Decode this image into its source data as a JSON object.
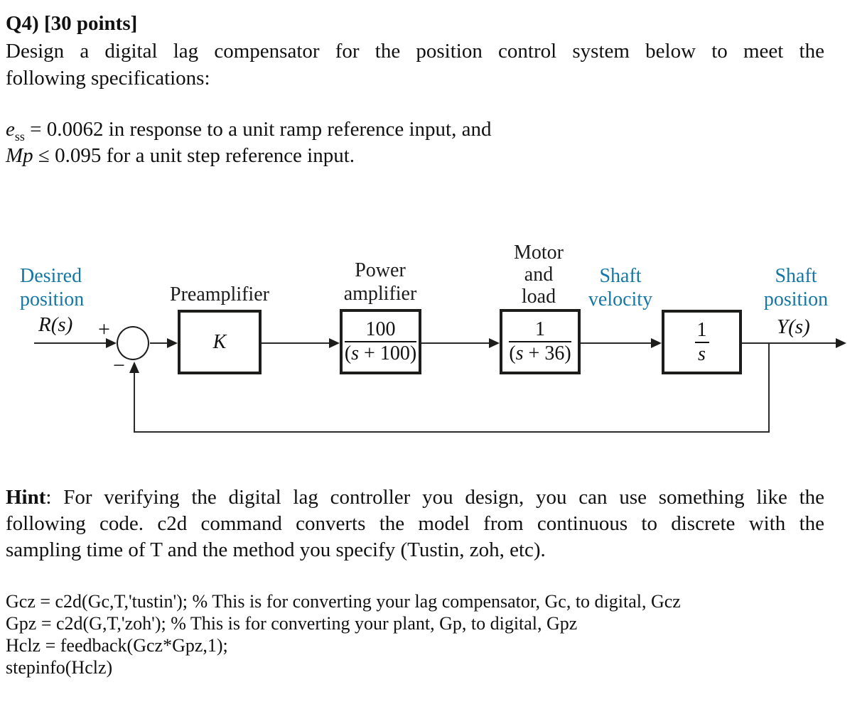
{
  "document": {
    "title": "Q4) [30 points]",
    "intro": {
      "line1": "Design a digital lag compensator for the position control system below to meet the",
      "line2": "following specifications:"
    },
    "specs": {
      "ess_var": "e",
      "ess_sub": "ss",
      "ess_text": " = 0.0062 in response to a unit ramp reference input, and",
      "mp_var": "Mp",
      "mp_text": " ≤ 0.095 for a unit step reference input."
    },
    "hint": {
      "label": "Hint",
      "line1_rest": ": For verifying the digital lag controller you design, you can use something like the",
      "line2": "following code. c2d command converts the model from continuous to discrete with the",
      "line3": "sampling time of T and the method you specify (Tustin, zoh, etc)."
    },
    "code_lines": [
      "Gcz = c2d(Gc,T,'tustin'); % This is for converting your lag compensator, Gc, to digital, Gcz",
      "Gpz = c2d(G,T,'zoh'); % This is for converting your plant, Gp, to digital, Gpz",
      "Hclz = feedback(Gcz*Gpz,1);",
      "stepinfo(Hclz)"
    ]
  },
  "diagram": {
    "accent_color": "#1577a5",
    "signal_labels": {
      "desired_position": [
        "Desired",
        "position"
      ],
      "shaft_velocity": [
        "Shaft",
        "velocity"
      ],
      "shaft_position": [
        "Shaft",
        "position"
      ],
      "input_signal": "R(s)",
      "output_signal": "Y(s)",
      "sum_plus": "+",
      "sum_minus": "−"
    },
    "block_labels": {
      "preamplifier": [
        "Preamplifier"
      ],
      "power_amplifier": [
        "Power",
        "amplifier"
      ],
      "motor_load": [
        "Motor",
        "and",
        "load"
      ]
    },
    "blocks": {
      "preamp_gain": "K",
      "power_amp": {
        "num": "100",
        "den_pre": "(",
        "den_var": "s",
        "den_post": " + 100)"
      },
      "motor": {
        "num": "1",
        "den_pre": "(",
        "den_var": "s",
        "den_post": " + 36)"
      },
      "integrator": {
        "num": "1",
        "den_pre": "",
        "den_var": "s",
        "den_post": ""
      }
    }
  }
}
